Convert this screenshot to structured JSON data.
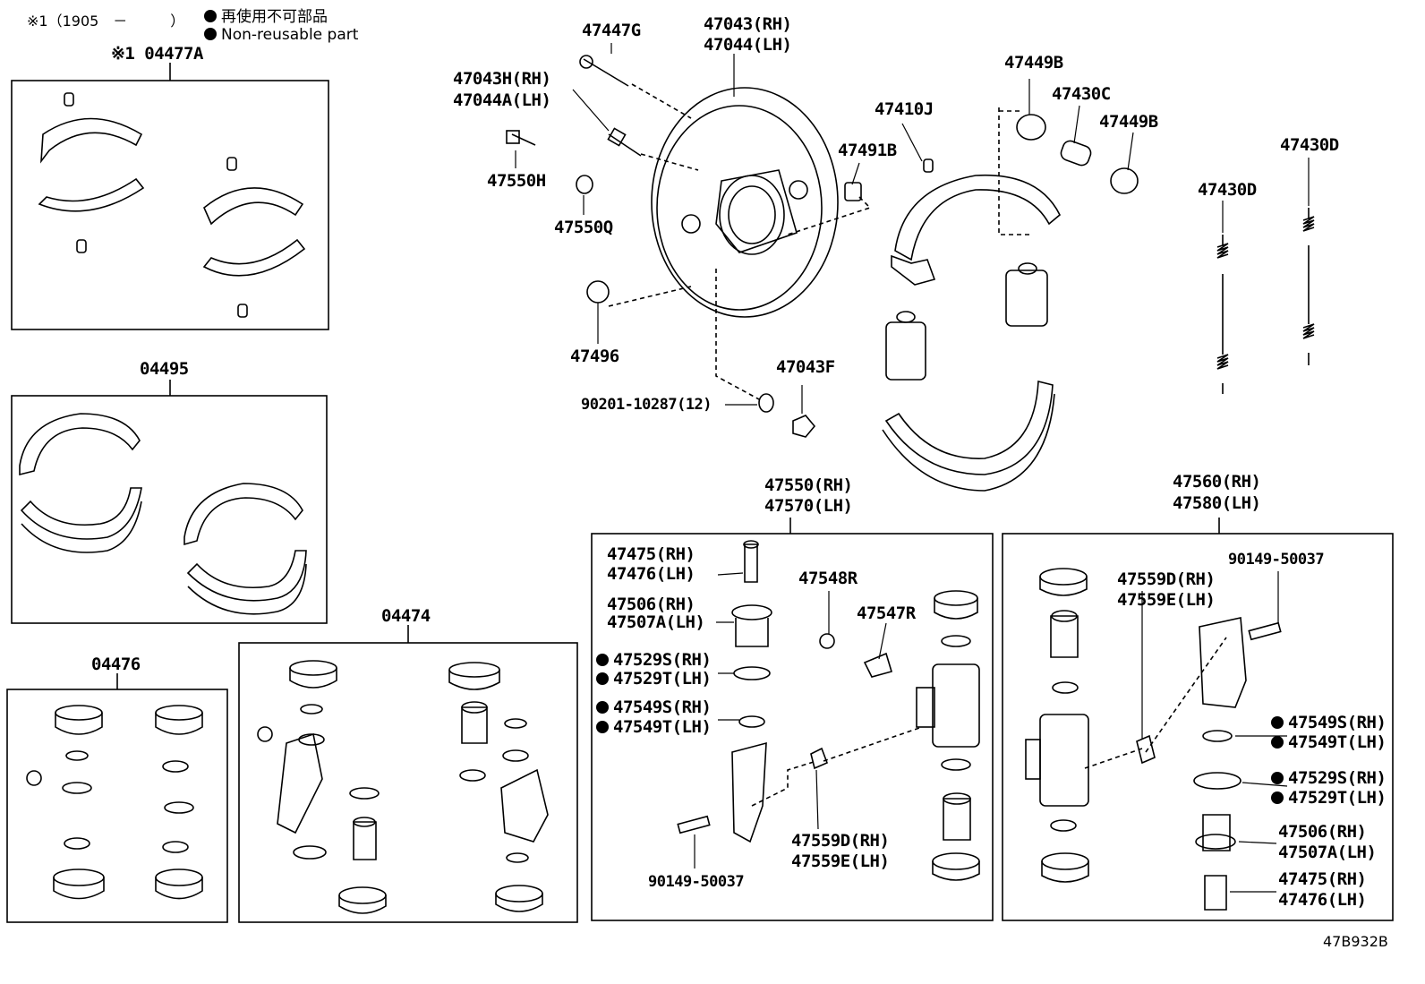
{
  "legend": {
    "note_prefix": "※1（1905　－　　　）",
    "bullet_ja": "再使用不可部品",
    "bullet_en": "Non-reusable part"
  },
  "figure_code": "47B932B",
  "kits": {
    "k04477A": "※1 04477A",
    "k04495": "04495",
    "k04476": "04476",
    "k04474": "04474"
  },
  "labels": {
    "l47447G": "47447G",
    "l47043RH": "47043(RH)",
    "l47044LH": "47044(LH)",
    "l47043H": "47043H(RH)",
    "l47044A": "47044A(LH)",
    "l47550H": "47550H",
    "l47550Q": "47550Q",
    "l47496": "47496",
    "l90201": "90201-10287(12)",
    "l47043F": "47043F",
    "l47491B": "47491B",
    "l47410J": "47410J",
    "l47449B_1": "47449B",
    "l47430C": "47430C",
    "l47449B_2": "47449B",
    "l47430D_1": "47430D",
    "l47430D_2": "47430D",
    "l47550RH": "47550(RH)",
    "l47570LH": "47570(LH)",
    "l47560RH": "47560(RH)",
    "l47580LH": "47580(LH)",
    "l47475RH_a": "47475(RH)",
    "l47476LH_a": "47476(LH)",
    "l47506RH_a": "47506(RH)",
    "l47507ALH_a": "47507A(LH)",
    "l47529SRH_a": "47529S(RH)",
    "l47529TLH_a": "47529T(LH)",
    "l47549SRH_a": "47549S(RH)",
    "l47549TLH_a": "47549T(LH)",
    "l47548R": "47548R",
    "l47547R": "47547R",
    "l47559DRH_a": "47559D(RH)",
    "l47559ELH_a": "47559E(LH)",
    "l90149_a": "90149-50037",
    "l47559DRH_b": "47559D(RH)",
    "l47559ELH_b": "47559E(LH)",
    "l90149_b": "90149-50037",
    "l47549SRH_b": "47549S(RH)",
    "l47549TLH_b": "47549T(LH)",
    "l47529SRH_b": "47529S(RH)",
    "l47529TLH_b": "47529T(LH)",
    "l47506RH_b": "47506(RH)",
    "l47507ALH_b": "47507A(LH)",
    "l47475RH_b": "47475(RH)",
    "l47476LH_b": "47476(LH)"
  }
}
